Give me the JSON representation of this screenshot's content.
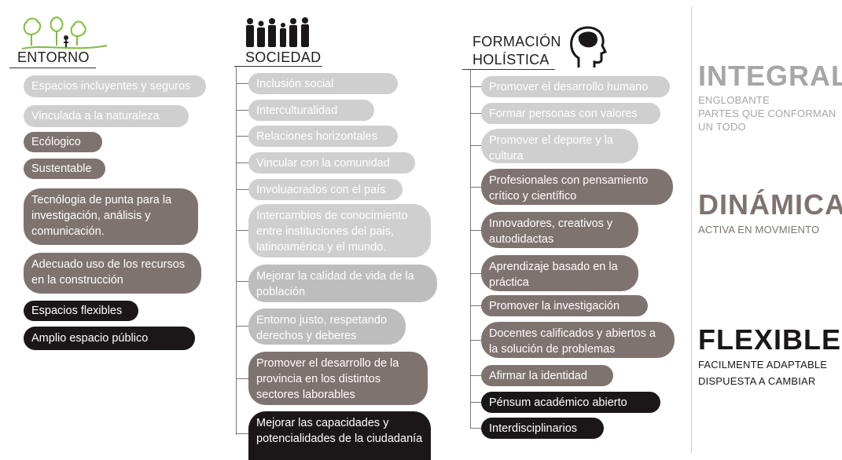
{
  "entorno": {
    "title": "ENTORNO",
    "items": [
      "Espacios incluyentes y seguros",
      "Vinculada a la naturaleza",
      "Ecólogico",
      "Sustentable",
      "Tecnólogia de punta para la investigación, análisis y comunicación.",
      "Adecuado uso de los recursos en la construcción",
      "Espacios flexibles",
      "Amplio espacio público"
    ]
  },
  "sociedad": {
    "title": "SOCIEDAD",
    "items": [
      "Inclusión social",
      "Interculturalidad",
      "Relaciones horizontales",
      "Vincular con la comunidad",
      "Involuacrados con el país",
      "Intercambios de conocimiento entre instituciones del pais, latinoamérica y el mundo.",
      "Mejorar la calidad de vida de la población",
      "Entorno justo, respetando derechos y deberes",
      "Promover el desarrollo de la provincia en los distintos sectores laborables",
      "Mejorar las capacidades y potencialidades de la ciudadanía"
    ]
  },
  "formacion": {
    "title_line1": "FORMACIÓN",
    "title_line2": "HOLÍSTICA",
    "items": [
      "Promover el desarrollo humano",
      "Formar personas con valores",
      "Promover el deporte y la cultura",
      "Profesionales con pensamiento crítico y científico",
      "Innovadores, creativos y autodidactas",
      "Aprendizaje basado en la práctica",
      "Promover la investigación",
      "Docentes calificados y abiertos a la solución de problemas",
      "Afirmar la identidad",
      "Pénsum académico abierto",
      "Interdisciplinarios"
    ]
  },
  "qualities": {
    "integral": {
      "title": "INTEGRAL",
      "line1": "ENGLOBANTE",
      "line2": "PARTES QUE CONFORMAN",
      "line3": "UN TODO"
    },
    "dinamica": {
      "title": "DINÁMICA",
      "line1": "ACTIVA EN MOVMIENTO"
    },
    "flexible": {
      "title": "FLEXIBLE",
      "line1": "FACILMENTE ADAPTABLE",
      "line2": "DISPUESTA A CAMBIAR"
    }
  },
  "icons": [
    "trees-icon",
    "people-icon",
    "head-icon"
  ],
  "colors": {
    "light": "#cfcfcf",
    "mid": "#bdbdbd",
    "dark": "#7f7370",
    "black": "#1b1718",
    "text_gray": "#a6a6a6"
  }
}
